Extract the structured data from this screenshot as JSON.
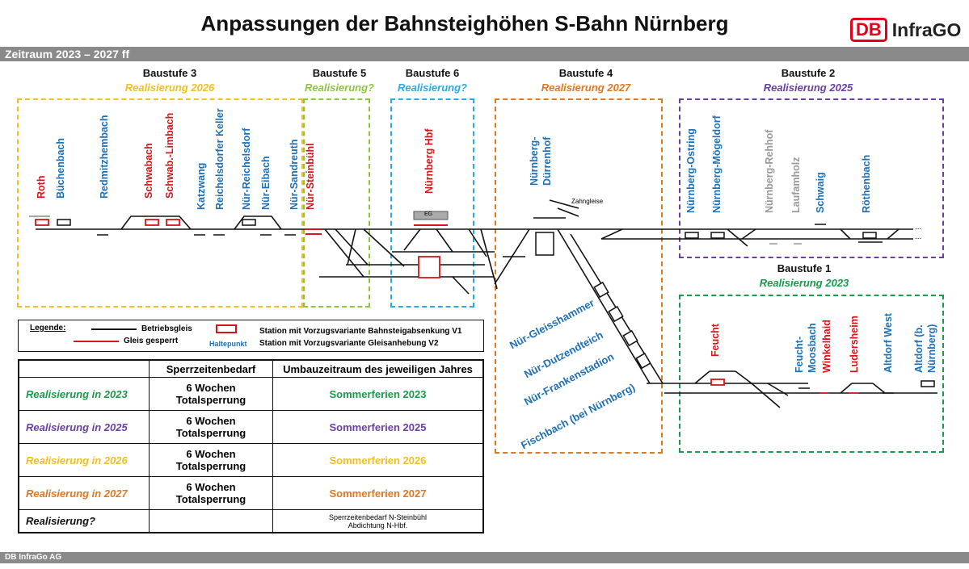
{
  "title": "Anpassungen der Bahnsteighöhen S-Bahn Nürnberg",
  "logo": {
    "db": "DB",
    "brand": "InfraGO"
  },
  "period": "Zeitraum 2023 – 2027 ff",
  "footer": "DB InfraGo AG",
  "colors": {
    "s2023": "#1a9a4a",
    "s2025": "#6b3fa0",
    "s2026": "#f0c020",
    "s2027": "#e07820",
    "s5": "#8cc63f",
    "s6": "#29abe2",
    "blue": "#1f6fb2",
    "red": "#d7141a"
  },
  "stages": {
    "b3": {
      "name": "Baustufe 3",
      "sub": "Realisierung 2026"
    },
    "b5": {
      "name": "Baustufe 5",
      "sub": "Realisierung?"
    },
    "b6": {
      "name": "Baustufe 6",
      "sub": "Realisierung?"
    },
    "b4": {
      "name": "Baustufe 4",
      "sub": "Realisierung 2027"
    },
    "b2": {
      "name": "Baustufe 2",
      "sub": "Realisierung 2025"
    },
    "b1": {
      "name": "Baustufe 1",
      "sub": "Realisierung 2023"
    }
  },
  "stations": {
    "roth": "Roth",
    "buechenbach": "Büchenbach",
    "redmitzhembach": "Redmitzhembach",
    "schwabach": "Schwabach",
    "schwab_limbach": "Schwab.-Limbach",
    "katzwang": "Katzwang",
    "reichelsdorfer_keller": "Reichelsdorfer Keller",
    "nuer_reichelsdorf": "Nür-Reichelsdorf",
    "nuer_eibach": "Nür-Eibach",
    "nuer_sandreuth": "Nür-Sandreuth",
    "nuer_steinbuehl": "Nür-Steinbühl",
    "nuernberg_hbf": "Nürnberg Hbf",
    "duerrenhof_1": "Nürnberg-",
    "duerrenhof_2": "Dürrenhof",
    "ostring": "Nürnberg-Ostring",
    "moegeldorf": "Nürnberg-Mögeldorf",
    "rehhof": "Nürnberg-Rehhof",
    "laufamholz": "Laufamholz",
    "schwaig": "Schwaig",
    "roethenbach": "Röthenbach",
    "gleisshammer": "Nür-Gleisshammer",
    "dutzendteich": "Nür-Dutzendteich",
    "frankenstadion": "Nür-Frankenstadion",
    "fischbach": "Fischbach (bei Nürnberg)",
    "feucht": "Feucht",
    "feucht_moosbach_1": "Feucht-",
    "feucht_moosbach_2": "Moosbach",
    "winkelhaid": "Winkelhaid",
    "ludersheim": "Ludersheim",
    "altdorf_west": "Altdorf West",
    "altdorf_1": "Altdorf (b.",
    "altdorf_2": "Nürnberg)"
  },
  "annotations": {
    "eg": "EG",
    "zahngleise": "Zahngleise",
    "dots": "..."
  },
  "legend": {
    "title": "Legende:",
    "operating_track": "Betriebsgleis",
    "closed_track": "Gleis gesperrt",
    "stop": "Haltepunkt",
    "v1": "Station mit Vorzugsvariante Bahnsteigabsenkung V1",
    "v2": "Station mit Vorzugsvariante Gleisanhebung V2"
  },
  "table": {
    "headers": [
      "",
      "Sperrzeitenbedarf",
      "Umbauzeitraum des jeweiligen Jahres"
    ],
    "rows": [
      {
        "label": "Realisierung in 2023",
        "need1": "6 Wochen",
        "need2": "Totalsperrung",
        "period": "Sommerferien 2023",
        "color": "#1a9a4a"
      },
      {
        "label": "Realisierung in 2025",
        "need1": "6 Wochen",
        "need2": "Totalsperrung",
        "period": "Sommerferien 2025",
        "color": "#6b3fa0"
      },
      {
        "label": "Realisierung in 2026",
        "need1": "6 Wochen",
        "need2": "Totalsperrung",
        "period": "Sommerferien 2026",
        "color": "#f0c020"
      },
      {
        "label": "Realisierung in 2027",
        "need1": "6 Wochen",
        "need2": "Totalsperrung",
        "period": "Sommerferien 2027",
        "color": "#e07820"
      },
      {
        "label": "Realisierung?",
        "need1": "",
        "need2": "",
        "period": "Sperrzeitenbedarf N-Steinbühl",
        "period2": "Abdichtung N-Hbf.",
        "color": "#111111"
      }
    ]
  }
}
